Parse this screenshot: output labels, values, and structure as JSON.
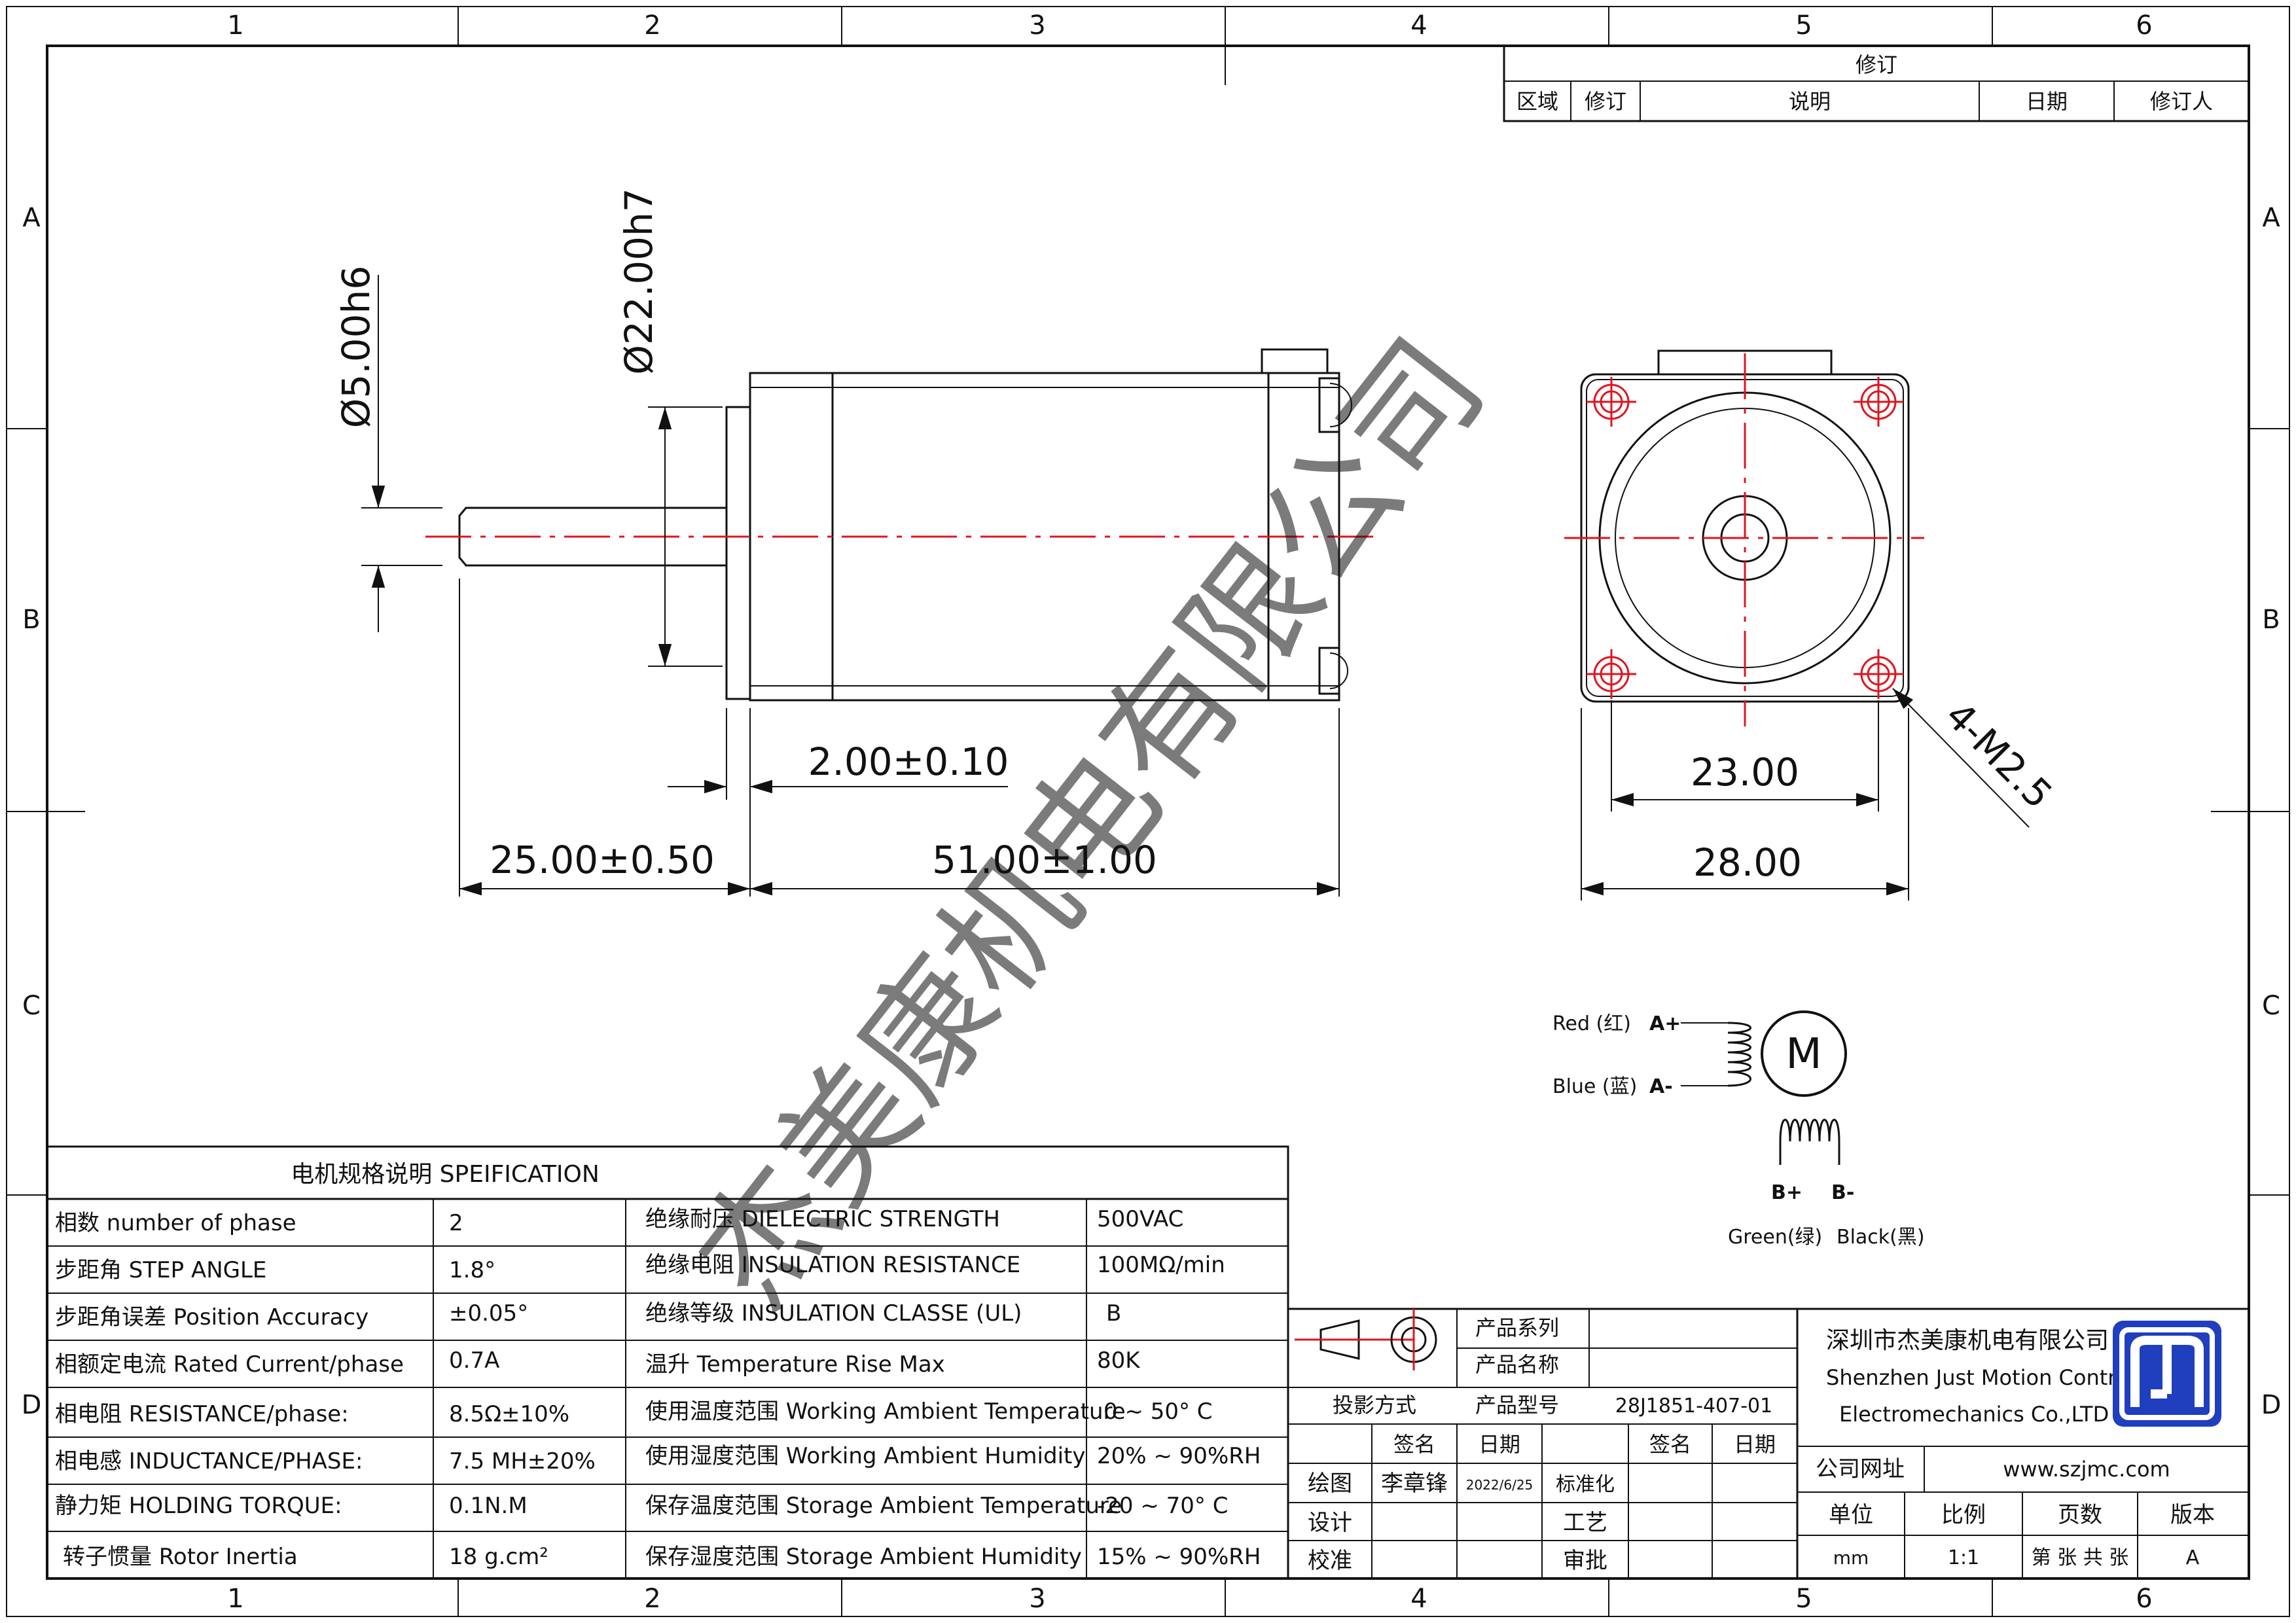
{
  "grid": {
    "columns": [
      "1",
      "2",
      "3",
      "4",
      "5",
      "6"
    ],
    "rows": [
      "A",
      "B",
      "C",
      "D"
    ]
  },
  "revision": {
    "title": "修订",
    "headers": [
      "区域",
      "修订",
      "说明",
      "日期",
      "修订人"
    ]
  },
  "side_view": {
    "shaft_dia": "Ø5.00h6",
    "pilot_dia": "Ø22.00h7",
    "pilot_len": "2.00±0.10",
    "shaft_len": "25.00±0.50",
    "body_len": "51.00±1.00"
  },
  "front_view": {
    "hole_spacing": "23.00",
    "flange": "28.00",
    "thread": "4-M2.5"
  },
  "wiring": {
    "red": "Red (红)",
    "blue": "Blue (蓝)",
    "a_plus": "A+",
    "a_minus": "A-",
    "motor": "M",
    "b_plus": "B+",
    "b_minus": "B-",
    "green": "Green(绿)",
    "black": "Black(黑)"
  },
  "watermark": "杰美康机电有限公司",
  "spec": {
    "title": "电机规格说明 SPEIFICATION",
    "rows": [
      [
        "相数 number of phase",
        "2",
        "绝缘耐压 DIELECTRIC STRENGTH",
        "500VAC"
      ],
      [
        "步距角 STEP ANGLE",
        "1.8°",
        "绝缘电阻 INSULATION RESISTANCE",
        "100MΩ/min"
      ],
      [
        "步距角误差 Position Accuracy",
        "±0.05°",
        "绝缘等级 INSULATION CLASSE (UL)",
        "B"
      ],
      [
        "相额定电流 Rated Current/phase",
        "0.7A",
        "温升 Temperature Rise Max",
        "80K"
      ],
      [
        "相电阻 RESISTANCE/phase:",
        "8.5Ω±10%",
        "使用温度范围 Working Ambient Temperature",
        "0 ~ 50° C"
      ],
      [
        "相电感 INDUCTANCE/PHASE:",
        "7.5 MH±20%",
        "使用湿度范围 Working Ambient Humidity",
        "20% ~ 90%RH"
      ],
      [
        "静力矩 HOLDING TORQUE:",
        "0.1N.M",
        "保存温度范围 Storage Ambient Temperature",
        "-20 ~ 70° C"
      ],
      [
        "转子惯量 Rotor Inertia",
        "18 g.cm²",
        "保存湿度范围 Storage Ambient Humidity",
        "15% ~ 90%RH"
      ]
    ]
  },
  "title_block": {
    "series_label": "产品系列",
    "name_label": "产品名称",
    "model_label": "产品型号",
    "model_value": "28J1851-407-01",
    "projection_label": "投影方式",
    "sign": "签名",
    "date": "日期",
    "sign2": "签名",
    "date2": "日期",
    "draw": "绘图",
    "drawer": "李章锋",
    "draw_date": "2022/6/25",
    "standard": "标准化",
    "design": "设计",
    "process": "工艺",
    "check": "校准",
    "approve": "审批",
    "company_cn": "深圳市杰美康机电有限公司",
    "company_en1": "Shenzhen Just Motion Control",
    "company_en2": "Electromechanics Co.,LTD",
    "website_label": "公司网址",
    "website": "www.szjmc.com",
    "unit_label": "单位",
    "unit": "mm",
    "scale_label": "比例",
    "scale": "1:1",
    "pages_label": "页数",
    "pages": "第 张 共 张",
    "version_label": "版本",
    "version": "A"
  },
  "colors": {
    "centerline": "#e0141e",
    "logo": "#1f3fbf",
    "watermark": "#8a8a8a"
  }
}
